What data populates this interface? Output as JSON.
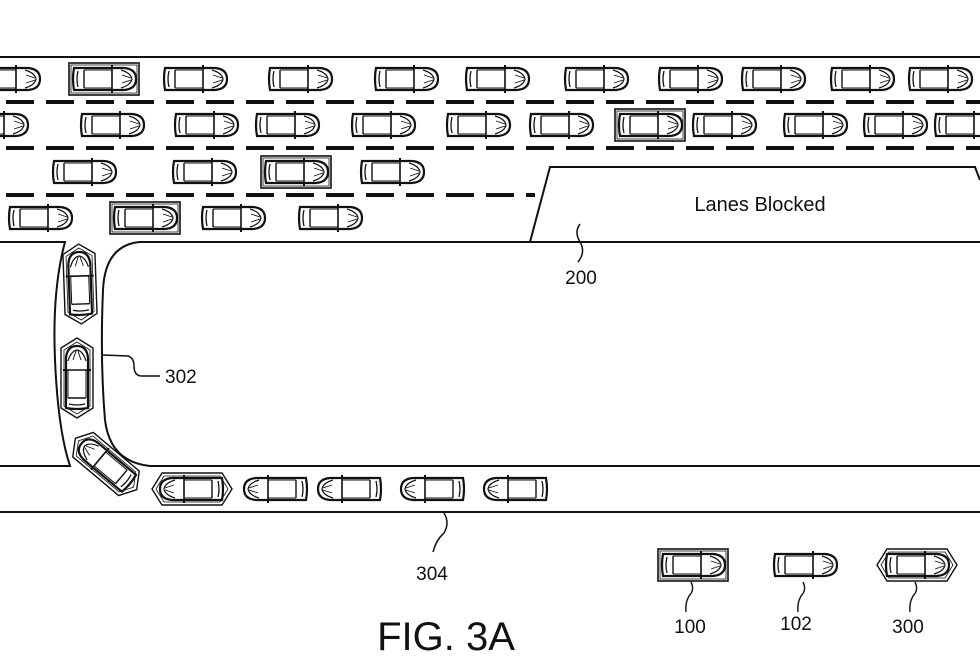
{
  "figure": {
    "caption": "FIG. 3A",
    "blocked_region_label": "Lanes Blocked",
    "ink_color": "#111111",
    "background": "#ffffff"
  },
  "reference_numerals": {
    "blocked_region": "200",
    "exit_path": "302",
    "shoulder_lane": "304",
    "legend_av_boxed": "100",
    "legend_plain_vehicle": "102",
    "legend_av_hexagon": "300"
  },
  "legend": [
    {
      "numeral": "100",
      "marker": "rectangle-frame"
    },
    {
      "numeral": "102",
      "marker": "none"
    },
    {
      "numeral": "300",
      "marker": "hexagon-frame"
    }
  ],
  "lanes": [
    {
      "name": "lane-1",
      "cars": [
        {
          "marker": "none"
        },
        {
          "marker": "rectangle-frame"
        },
        {
          "marker": "none"
        },
        {
          "marker": "none"
        },
        {
          "marker": "none"
        },
        {
          "marker": "none"
        },
        {
          "marker": "none"
        },
        {
          "marker": "none"
        },
        {
          "marker": "none"
        },
        {
          "marker": "none"
        },
        {
          "marker": "none"
        }
      ]
    },
    {
      "name": "lane-2",
      "cars": [
        {
          "marker": "none"
        },
        {
          "marker": "none"
        },
        {
          "marker": "none"
        },
        {
          "marker": "none"
        },
        {
          "marker": "none"
        },
        {
          "marker": "none"
        },
        {
          "marker": "none"
        },
        {
          "marker": "rectangle-frame"
        },
        {
          "marker": "none"
        },
        {
          "marker": "none"
        },
        {
          "marker": "none"
        },
        {
          "marker": "none"
        }
      ]
    },
    {
      "name": "lane-3",
      "cars": [
        {
          "marker": "none"
        },
        {
          "marker": "none"
        },
        {
          "marker": "rectangle-frame"
        },
        {
          "marker": "none"
        }
      ]
    },
    {
      "name": "lane-4",
      "cars": [
        {
          "marker": "none"
        },
        {
          "marker": "rectangle-frame"
        },
        {
          "marker": "none"
        },
        {
          "marker": "none"
        }
      ]
    },
    {
      "name": "exit-path-302",
      "cars": [
        {
          "marker": "hexagon-frame"
        },
        {
          "marker": "hexagon-frame"
        },
        {
          "marker": "hexagon-frame"
        }
      ]
    },
    {
      "name": "shoulder-304",
      "cars": [
        {
          "marker": "hexagon-frame"
        },
        {
          "marker": "none"
        },
        {
          "marker": "none"
        },
        {
          "marker": "none"
        },
        {
          "marker": "none"
        }
      ]
    }
  ]
}
